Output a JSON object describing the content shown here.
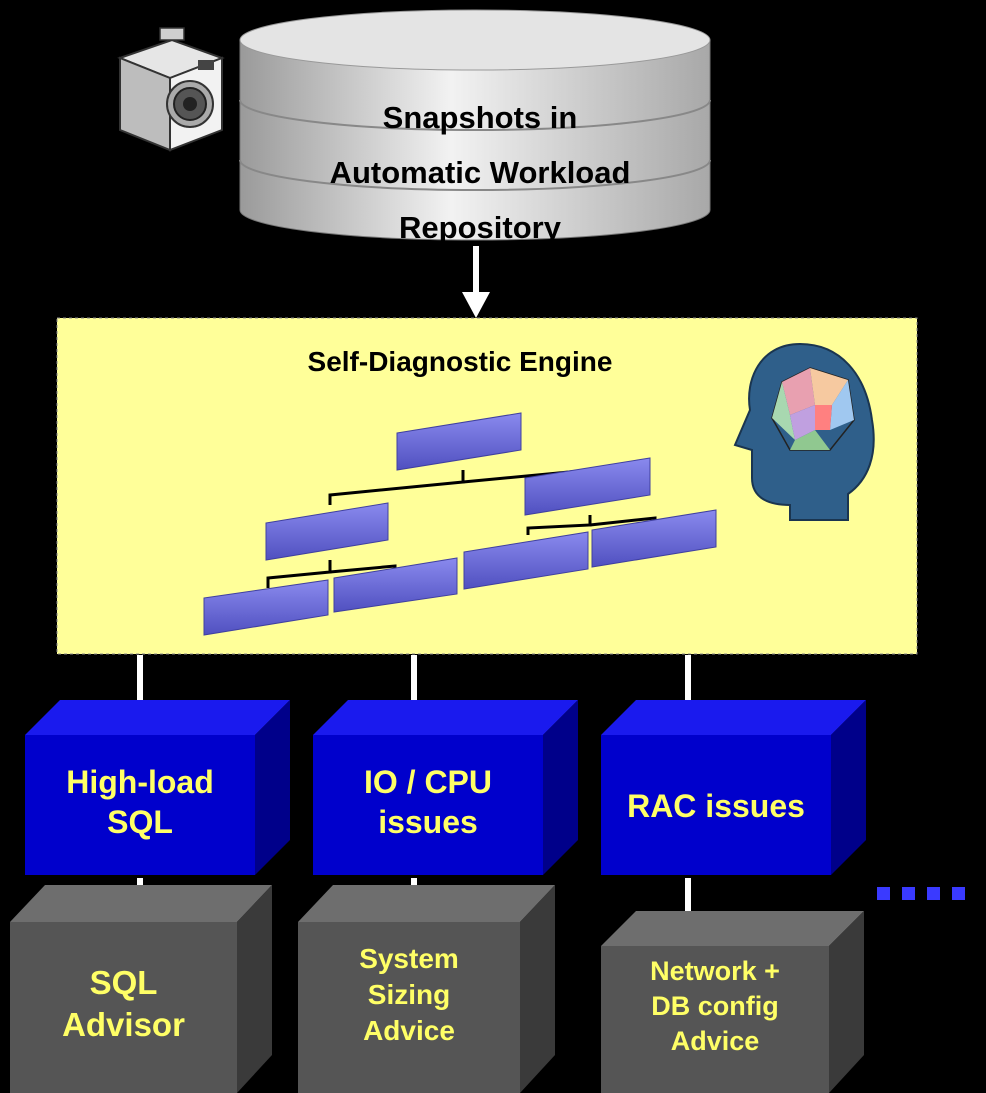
{
  "repository": {
    "lines": [
      "Snapshots in",
      "Automatic Workload",
      "Repository"
    ]
  },
  "engine": {
    "title": "Self-Diagnostic Engine"
  },
  "issues": [
    {
      "lines": [
        "High-load",
        "SQL"
      ]
    },
    {
      "lines": [
        "IO / CPU",
        "issues"
      ]
    },
    {
      "lines": [
        "RAC issues"
      ]
    }
  ],
  "advisors": [
    {
      "lines": [
        "SQL",
        "Advisor"
      ]
    },
    {
      "lines": [
        "System",
        "Sizing",
        "Advice"
      ]
    },
    {
      "lines": [
        "Network +",
        "DB config",
        "Advice"
      ]
    }
  ],
  "icons": {
    "snapshot": "camera-icon",
    "engine": "thinking-head-icon",
    "continuation": "ellipsis-dots"
  },
  "colors": {
    "background": "#000000",
    "engine_panel": "#ffff99",
    "issue_box": "#0000cc",
    "advice_box": "#555555",
    "label_text": "#ffff66",
    "hierarchy_box": "#6a6ad8",
    "arrow": "#ffffff"
  }
}
